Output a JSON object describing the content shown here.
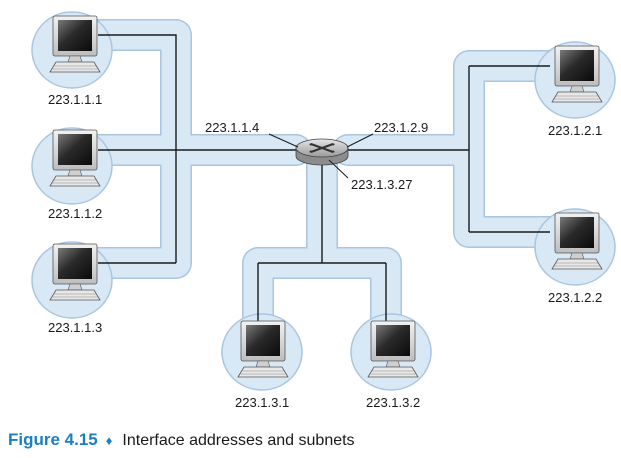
{
  "colors": {
    "subnet_fill": "#d9e8f5",
    "subnet_edge": "#a9c5e0",
    "wire": "#1a1a1a",
    "caption_accent": "#1b7fc1"
  },
  "router": {
    "icon": "router-icon",
    "interfaces": [
      "223.1.1.4",
      "223.1.2.9",
      "223.1.3.27"
    ]
  },
  "hosts": [
    {
      "icon": "computer-icon",
      "address": "223.1.1.1"
    },
    {
      "icon": "computer-icon",
      "address": "223.1.1.2"
    },
    {
      "icon": "computer-icon",
      "address": "223.1.1.3"
    },
    {
      "icon": "computer-icon",
      "address": "223.1.2.1"
    },
    {
      "icon": "computer-icon",
      "address": "223.1.2.2"
    },
    {
      "icon": "computer-icon",
      "address": "223.1.3.1"
    },
    {
      "icon": "computer-icon",
      "address": "223.1.3.2"
    }
  ],
  "caption": {
    "figure_number": "Figure 4.15",
    "separator": "♦",
    "title": "Interface addresses and subnets"
  }
}
